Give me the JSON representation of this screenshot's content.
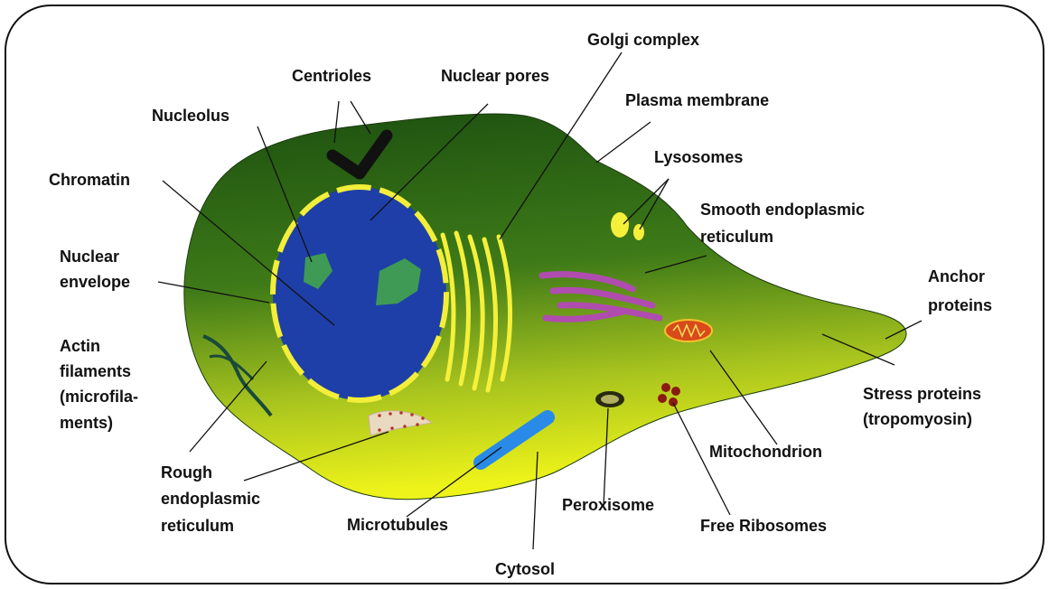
{
  "diagram": {
    "labels": {
      "golgi_complex": "Golgi complex",
      "centrioles": "Centrioles",
      "nuclear_pores": "Nuclear pores",
      "plasma_membrane": "Plasma membrane",
      "nucleolus": "Nucleolus",
      "lysosomes": "Lysosomes",
      "chromatin": "Chromatin",
      "smooth_er_line1": "Smooth endoplasmic",
      "smooth_er_line2": "reticulum",
      "nuclear_envelope_line1": "Nuclear",
      "nuclear_envelope_line2": "envelope",
      "anchor_proteins_line1": "Anchor",
      "anchor_proteins_line2": "proteins",
      "actin_line1": "Actin",
      "actin_line2": "filaments",
      "actin_line3": "(microfila-",
      "actin_line4": "ments)",
      "stress_proteins_line1": "Stress proteins",
      "stress_proteins_line2": "(tropomyosin)",
      "mitochondrion": "Mitochondrion",
      "rough_er_line1": "Rough",
      "rough_er_line2": "endoplasmic",
      "rough_er_line3": "reticulum",
      "microtubules": "Microtubules",
      "peroxisome": "Peroxisome",
      "free_ribosomes": "Free Ribosomes",
      "cytosol": "Cytosol"
    },
    "colors": {
      "cell_dark": "#1f5a12",
      "cell_light": "#e8ef1a",
      "nucleus": "#1e3fa8",
      "nuclear_envelope": "#f2ee3a",
      "nucleolus": "#3f9a55",
      "centriole": "#111111",
      "golgi": "#f5f03a",
      "lysosome": "#f5f03a",
      "smooth_er": "#b04cb0",
      "mitochondrion": "#d84a1a",
      "ribosome": "#8a1a14",
      "microtubule": "#2a8ae8",
      "actin": "#1a4a3a",
      "peroxisome": "#2a2a10"
    }
  }
}
